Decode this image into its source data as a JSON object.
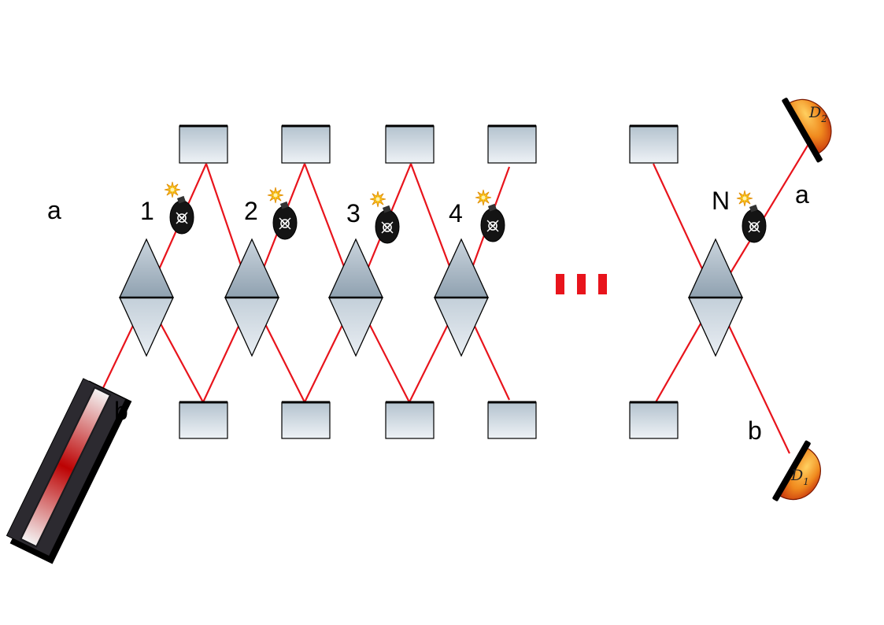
{
  "port_labels": {
    "input_a": "a",
    "input_b": "b",
    "output_a": "a",
    "output_b": "b"
  },
  "stages": [
    {
      "label": "1"
    },
    {
      "label": "2"
    },
    {
      "label": "3"
    },
    {
      "label": "4"
    },
    {
      "label": "N"
    }
  ],
  "detectors": [
    {
      "name": "D",
      "sub": "2"
    },
    {
      "name": "D",
      "sub": "1"
    }
  ],
  "colors": {
    "beam": "#e8141c",
    "mirror_top": "#b6c4cf",
    "mirror_bottom": "#eef2f5",
    "splitter": "#a9b8c4",
    "bomb": "#111111",
    "detector": "#e06410",
    "laser": "#2a2a2e"
  },
  "icons": [
    "bomb-icon",
    "spark-icon",
    "laser-source-icon",
    "detector-icon",
    "beam-splitter-icon",
    "mirror-icon",
    "ellipsis-icon"
  ]
}
